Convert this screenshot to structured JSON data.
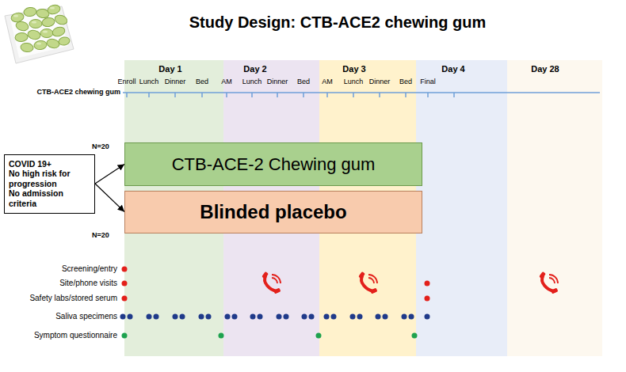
{
  "diagram": {
    "title": "Study Design: CTB-ACE2 chewing gum",
    "nodes": [
      {
        "text": [
          "COVID 19+",
          "No high risk for progression",
          "No admission criteria"
        ]
      },
      {
        "text": [
          "CTB-ACE-2 Chewing gum"
        ]
      },
      {
        "text": [
          "Blinded placebo"
        ]
      }
    ],
    "edges": [
      {
        "from": 0,
        "to": 1,
        "arrow": "to"
      },
      {
        "from": 0,
        "to": 2,
        "arrow": "to"
      }
    ],
    "labels": [
      "Day 1",
      "Day 2",
      "Day 3",
      "Day 4",
      "Day 28",
      "CTB-ACE2 chewing gum",
      "Enroll",
      "Lunch",
      "Dinner",
      "Bed",
      "AM",
      "Lunch",
      "Dinner",
      "Bed",
      "AM",
      "Lunch",
      "Dinner",
      "Bed",
      "Final",
      "N=20",
      "N=20",
      "Screening/entry",
      "Site/phone visits",
      "Safety labs/stored serum",
      "Saliva specimens",
      "Symptom questionnaire"
    ]
  }
}
